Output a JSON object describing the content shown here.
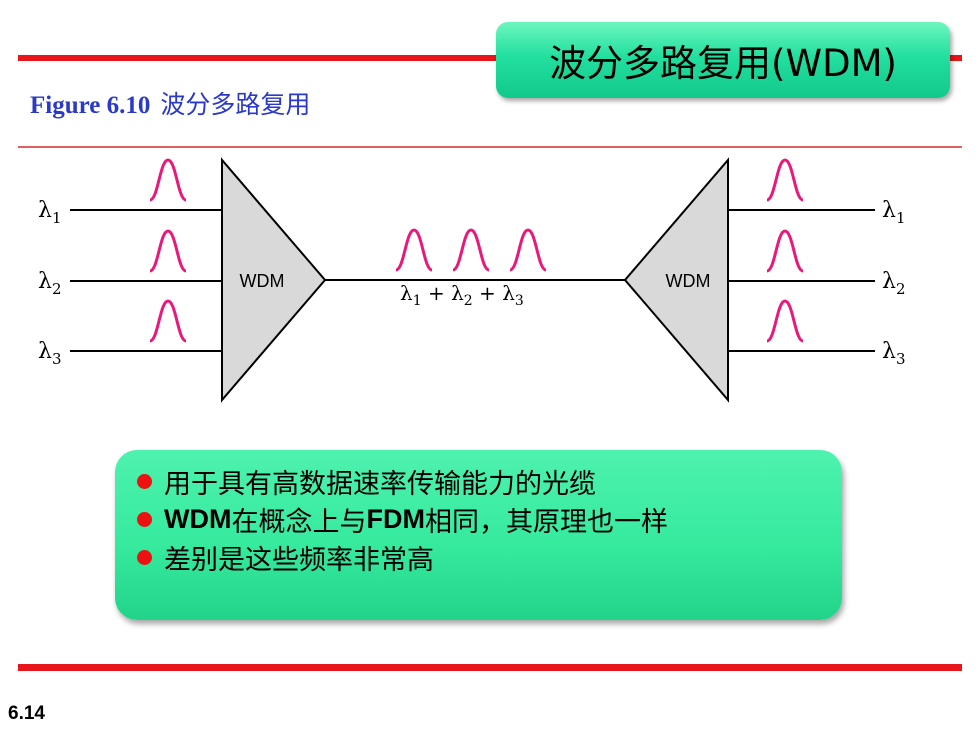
{
  "slide": {
    "title": "波分多路复用(WDM)",
    "figure_label": "Figure 6.10",
    "figure_caption": "波分多路复用",
    "page_number": "6.14"
  },
  "diagram": {
    "left_inputs": [
      {
        "base": "λ",
        "sub": "1"
      },
      {
        "base": "λ",
        "sub": "2"
      },
      {
        "base": "λ",
        "sub": "3"
      }
    ],
    "right_outputs": [
      {
        "base": "λ",
        "sub": "1"
      },
      {
        "base": "λ",
        "sub": "2"
      },
      {
        "base": "λ",
        "sub": "3"
      }
    ],
    "mux_label": "WDM",
    "demux_label": "WDM",
    "combined_label": {
      "parts": [
        {
          "base": "λ",
          "sub": "1"
        },
        {
          "op": " + "
        },
        {
          "base": "λ",
          "sub": "2"
        },
        {
          "op": " + "
        },
        {
          "base": "λ",
          "sub": "3"
        }
      ]
    },
    "colors": {
      "pulse": "#e8197b",
      "device_fill": "#d9d9d9",
      "line": "#000000"
    }
  },
  "bullets": [
    {
      "plain": "用于具有高数据速率传输能力的光缆"
    },
    {
      "bold1": "WDM",
      "text1": "在概念上与",
      "bold2": "FDM",
      "text2": "相同，其原理也一样"
    },
    {
      "plain": "差别是这些频率非常高"
    }
  ]
}
